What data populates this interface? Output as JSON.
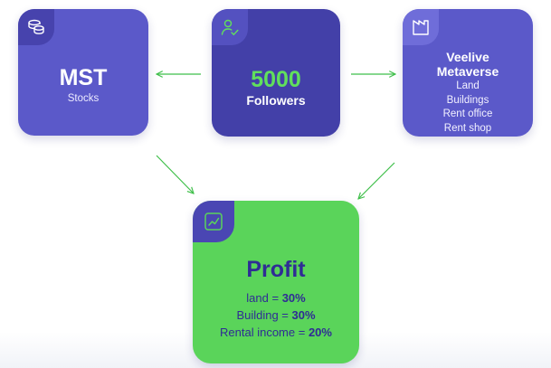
{
  "colors": {
    "card_purple": "#5b59c9",
    "card_dark": "#4340a8",
    "profit_green": "#5ad45a",
    "accent_green": "#61e05c",
    "text_navy": "#2f2c95",
    "arrow": "#3fbf4a"
  },
  "nodes": {
    "mst": {
      "icon": "coins-icon",
      "title": "MST",
      "subtitle": "Stocks"
    },
    "followers": {
      "icon": "user-check-icon",
      "value": "5000",
      "label": "Followers"
    },
    "metaverse": {
      "icon": "building-icon",
      "title_line1": "Veelive",
      "title_line2": "Metaverse",
      "items": [
        "Land",
        "Buildings",
        "Rent office",
        "Rent shop"
      ]
    },
    "profit": {
      "icon": "chart-icon",
      "title": "Profit",
      "rows": [
        {
          "label": "land = ",
          "value": "30%"
        },
        {
          "label": "Building = ",
          "value": "30%"
        },
        {
          "label": "Rental income = ",
          "value": "20%"
        }
      ]
    }
  }
}
